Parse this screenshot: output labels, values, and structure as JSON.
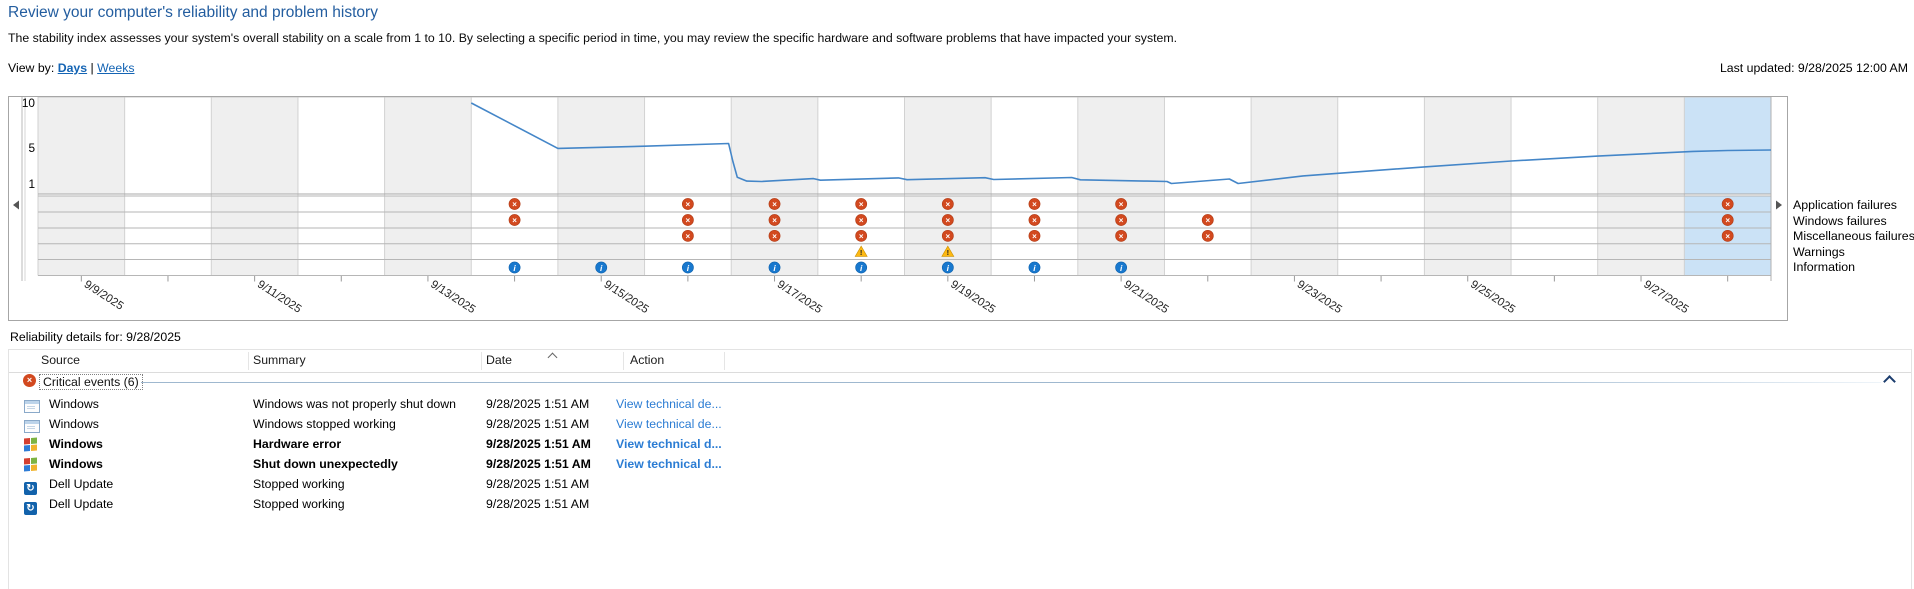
{
  "window": {
    "title": "Review your computer's reliability and problem history",
    "description": "The stability index assesses your system's overall stability on a scale from 1 to 10. By selecting a specific period in time, you may review the specific hardware and software problems that have impacted your system.",
    "view_by_label": "View by:",
    "view_days": "Days",
    "view_separator": "|",
    "view_weeks": "Weeks",
    "last_updated": "Last updated: 9/28/2025 12:00 AM"
  },
  "chart_data": {
    "type": "line",
    "title": "System stability index by day",
    "ylim": [
      1,
      10
    ],
    "yticks": [
      "10",
      "5",
      "1"
    ],
    "grid": true,
    "legend_position": "right",
    "x_days": [
      "9/9/2025",
      "9/10/2025",
      "9/11/2025",
      "9/12/2025",
      "9/13/2025",
      "9/14/2025",
      "9/15/2025",
      "9/16/2025",
      "9/17/2025",
      "9/18/2025",
      "9/19/2025",
      "9/20/2025",
      "9/21/2025",
      "9/22/2025",
      "9/23/2025",
      "9/24/2025",
      "9/25/2025",
      "9/26/2025",
      "9/27/2025",
      "9/28/2025"
    ],
    "x_tick_labels": [
      "9/9/2025",
      "9/11/2025",
      "9/13/2025",
      "9/15/2025",
      "9/17/2025",
      "9/19/2025",
      "9/21/2025",
      "9/23/2025",
      "9/25/2025",
      "9/27/2025"
    ],
    "selected_day": "9/28/2025",
    "stability_line_day_value": [
      [
        5.0,
        10
      ],
      [
        6.0,
        4.95
      ],
      [
        7.0,
        5.2
      ],
      [
        7.97,
        5.5
      ],
      [
        8.02,
        3.5
      ],
      [
        8.07,
        1.75
      ],
      [
        8.18,
        1.32
      ],
      [
        8.35,
        1.28
      ],
      [
        8.95,
        1.6
      ],
      [
        9.03,
        1.42
      ],
      [
        9.93,
        1.68
      ],
      [
        10.03,
        1.48
      ],
      [
        10.93,
        1.7
      ],
      [
        11.03,
        1.5
      ],
      [
        11.93,
        1.72
      ],
      [
        12.03,
        1.47
      ],
      [
        12.8,
        1.32
      ],
      [
        13.03,
        1.28
      ],
      [
        13.08,
        1.05
      ],
      [
        13.75,
        1.55
      ],
      [
        13.85,
        1.05
      ],
      [
        14.6,
        1.9
      ],
      [
        16.0,
        2.9
      ],
      [
        17.0,
        3.55
      ],
      [
        18.0,
        4.1
      ],
      [
        19.1,
        4.62
      ],
      [
        19.5,
        4.72
      ],
      [
        20.0,
        4.78
      ]
    ],
    "legend": [
      "Application failures",
      "Windows failures",
      "Miscellaneous failures",
      "Warnings",
      "Information"
    ],
    "event_rows": [
      {
        "label": "Application failures",
        "icon": "error",
        "days": [
          "9/14/2025",
          "9/16/2025",
          "9/17/2025",
          "9/18/2025",
          "9/19/2025",
          "9/20/2025",
          "9/21/2025",
          "9/28/2025"
        ]
      },
      {
        "label": "Windows failures",
        "icon": "error",
        "days": [
          "9/14/2025",
          "9/16/2025",
          "9/17/2025",
          "9/18/2025",
          "9/19/2025",
          "9/20/2025",
          "9/21/2025",
          "9/22/2025",
          "9/28/2025"
        ]
      },
      {
        "label": "Miscellaneous failures",
        "icon": "error",
        "days": [
          "9/16/2025",
          "9/17/2025",
          "9/18/2025",
          "9/19/2025",
          "9/20/2025",
          "9/21/2025",
          "9/22/2025",
          "9/28/2025"
        ]
      },
      {
        "label": "Warnings",
        "icon": "warning",
        "days": [
          "9/18/2025",
          "9/19/2025"
        ]
      },
      {
        "label": "Information",
        "icon": "information",
        "days": [
          "9/14/2025",
          "9/15/2025",
          "9/16/2025",
          "9/17/2025",
          "9/18/2025",
          "9/19/2025",
          "9/20/2025",
          "9/21/2025"
        ]
      }
    ]
  },
  "details": {
    "heading": "Reliability details for: 9/28/2025",
    "columns": [
      "Source",
      "Summary",
      "Date",
      "Action"
    ],
    "group_label": "Critical events (6)",
    "rows": [
      {
        "icon": "app-window",
        "source": "Windows",
        "summary": "Windows was not properly shut down",
        "date": "9/28/2025 1:51 AM",
        "action": "View technical de...",
        "bold": false
      },
      {
        "icon": "app-window",
        "source": "Windows",
        "summary": "Windows stopped working",
        "date": "9/28/2025 1:51 AM",
        "action": "View technical de...",
        "bold": false
      },
      {
        "icon": "windows-logo",
        "source": "Windows",
        "summary": "Hardware error",
        "date": "9/28/2025 1:51 AM",
        "action": "View technical d...",
        "bold": true
      },
      {
        "icon": "windows-logo",
        "source": "Windows",
        "summary": "Shut down unexpectedly",
        "date": "9/28/2025 1:51 AM",
        "action": "View technical d...",
        "bold": true
      },
      {
        "icon": "dell-update",
        "source": "Dell Update",
        "summary": "Stopped working",
        "date": "9/28/2025 1:51 AM",
        "action": "",
        "bold": false
      },
      {
        "icon": "dell-update",
        "source": "Dell Update",
        "summary": "Stopped working",
        "date": "9/28/2025 1:51 AM",
        "action": "",
        "bold": false
      }
    ]
  },
  "colors": {
    "title_text": "#235d9f",
    "link": "#1464b4",
    "action_link": "#2b7cd3",
    "stability_line": "#4486c8",
    "band_gray": "#efefef",
    "band_selected": "#cbe2f6",
    "error_icon": "#d2491f",
    "information_icon": "#1878ce",
    "warning_icon": "#fdb913"
  }
}
